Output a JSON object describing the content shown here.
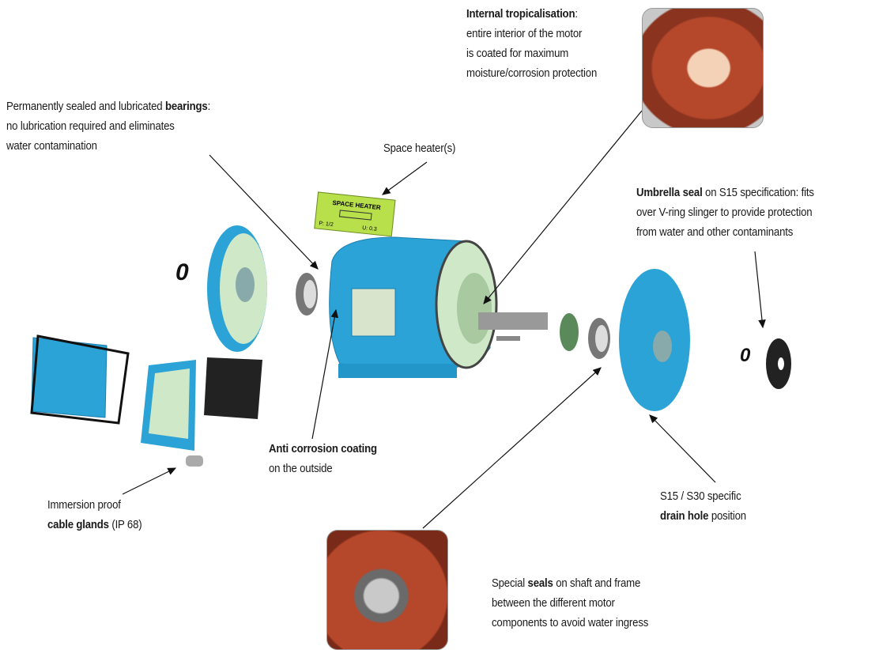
{
  "callouts": {
    "tropicalisation": {
      "bold": "Internal tropicalisation",
      "rest": ":",
      "lines": [
        "entire interior of the motor",
        "is coated for maximum",
        "moisture/corrosion protection"
      ]
    },
    "bearings": {
      "pre": "Permanently sealed and lubricated ",
      "bold": "bearings",
      "rest": ":",
      "lines": [
        "no lubrication required and eliminates",
        "water contamination"
      ]
    },
    "space_heater": {
      "text": "Space heater(s)"
    },
    "umbrella": {
      "bold": "Umbrella seal",
      "rest": " on S15 specification: fits",
      "lines": [
        "over V-ring slinger to provide protection",
        "from water and other contaminants"
      ]
    },
    "anti_corrosion": {
      "bold": "Anti corrosion coating",
      "line2": "on the outside"
    },
    "cable_glands": {
      "line1": "Immersion proof",
      "bold": "cable glands",
      "rest": " (IP 68)"
    },
    "drain": {
      "line1": "S15 / S30 specific",
      "bold": "drain hole",
      "rest": " position"
    },
    "seals": {
      "pre": "Special ",
      "bold": "seals",
      "rest": " on shaft and frame",
      "lines": [
        "between the different motor",
        "components to avoid water ingress"
      ]
    }
  },
  "heater_plate": {
    "title": "SPACE HEATER",
    "code": "P: 1/2",
    "volt": "U: 0.3"
  },
  "o_rings": [
    "0",
    "0"
  ],
  "colors": {
    "motor_blue": "#2ba3d6",
    "inner_green": "#cfe8c8",
    "copper": "#b5472a",
    "heater_label": "#b8e04a"
  }
}
